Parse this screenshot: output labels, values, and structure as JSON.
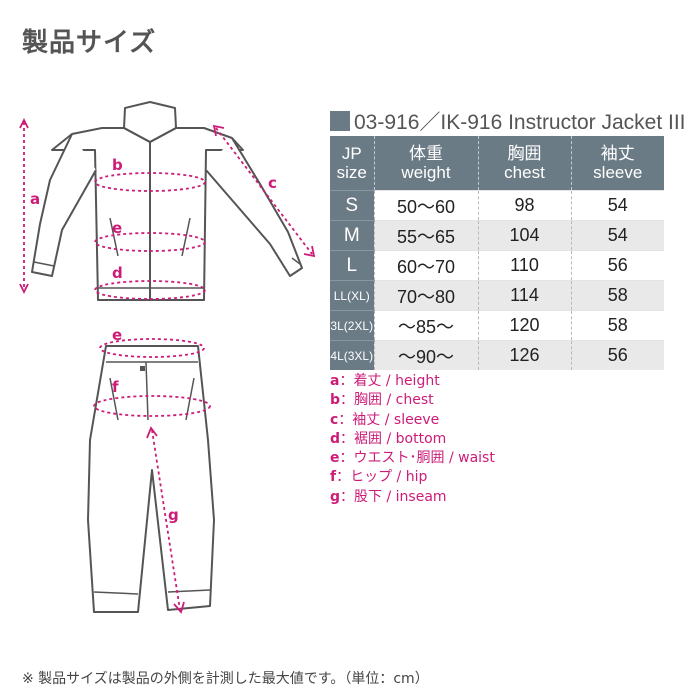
{
  "title": "製品サイズ",
  "product_name": "03-916／IK-916 Instructor Jacket III",
  "colors": {
    "accent": "#cc1c78",
    "header": "#6b7b86",
    "garment": "#555555"
  },
  "diagram_labels": {
    "a": "a",
    "b": "b",
    "c": "c",
    "d": "d",
    "e_jacket": "e",
    "e_pants": "e",
    "f": "f",
    "g": "g"
  },
  "table": {
    "headers": [
      {
        "line1": "JP",
        "line2": "size"
      },
      {
        "line1": "体重",
        "line2": "weight"
      },
      {
        "line1": "胸囲",
        "line2": "chest"
      },
      {
        "line1": "袖丈",
        "line2": "sleeve"
      }
    ],
    "rows": [
      [
        "S",
        "50〜60",
        "98",
        "54"
      ],
      [
        "M",
        "55〜65",
        "104",
        "54"
      ],
      [
        "L",
        "60〜70",
        "110",
        "56"
      ],
      [
        "LL(XL)",
        "70〜80",
        "114",
        "58"
      ],
      [
        "3L(2XL)",
        "〜85〜",
        "120",
        "58"
      ],
      [
        "4L(3XL)",
        "〜90〜",
        "126",
        "56"
      ]
    ]
  },
  "legend": [
    {
      "key": "a",
      "text": "：着丈 / height"
    },
    {
      "key": "b",
      "text": "：胸囲 / chest"
    },
    {
      "key": "c",
      "text": "：袖丈 / sleeve"
    },
    {
      "key": "d",
      "text": "：裾囲 / bottom"
    },
    {
      "key": "e",
      "text": "：ウエスト･胴囲 / waist"
    },
    {
      "key": "f",
      "text": "：ヒップ / hip"
    },
    {
      "key": "g",
      "text": "：股下 / inseam"
    }
  ],
  "footnote": "※ 製品サイズは製品の外側を計測した最大値です。（単位：cm）"
}
